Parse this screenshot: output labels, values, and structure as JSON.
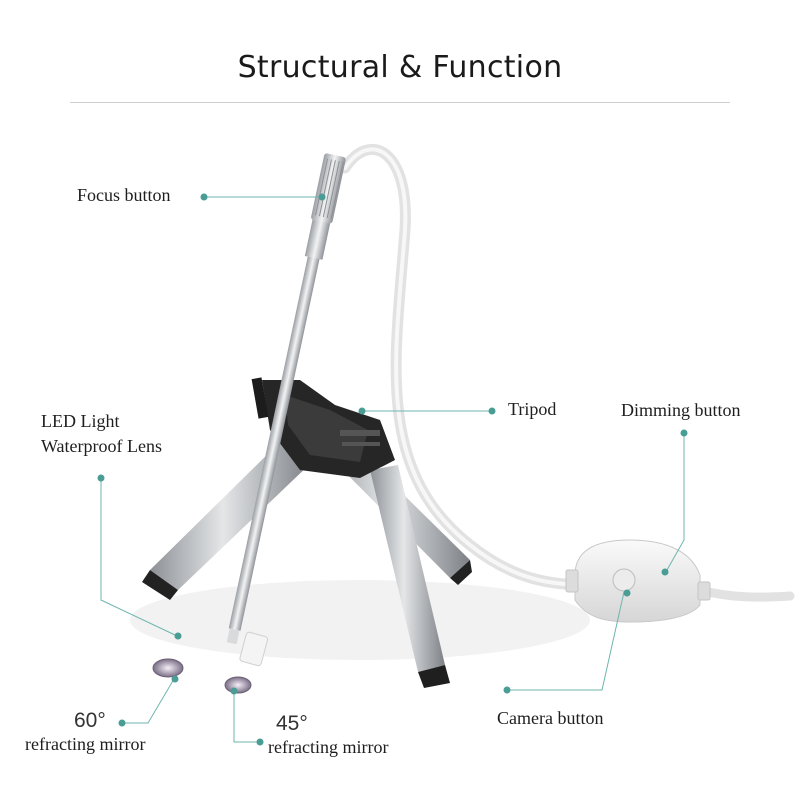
{
  "title": "Structural & Function",
  "labels": {
    "focus_button": "Focus button",
    "tripod": "Tripod",
    "dimming_button": "Dimming button",
    "led_light": "LED Light",
    "waterproof_lens": "Waterproof Lens",
    "camera_button": "Camera button",
    "angle_60": "60°",
    "mirror_60": "refracting mirror",
    "angle_45": "45°",
    "mirror_45": "refracting mirror"
  },
  "colors": {
    "callout_line": "#5aa8a0",
    "callout_dot": "#4a9d94",
    "metal": "#b9bcc0",
    "cable": "#e6e6e6",
    "tripod_head": "#222222"
  }
}
